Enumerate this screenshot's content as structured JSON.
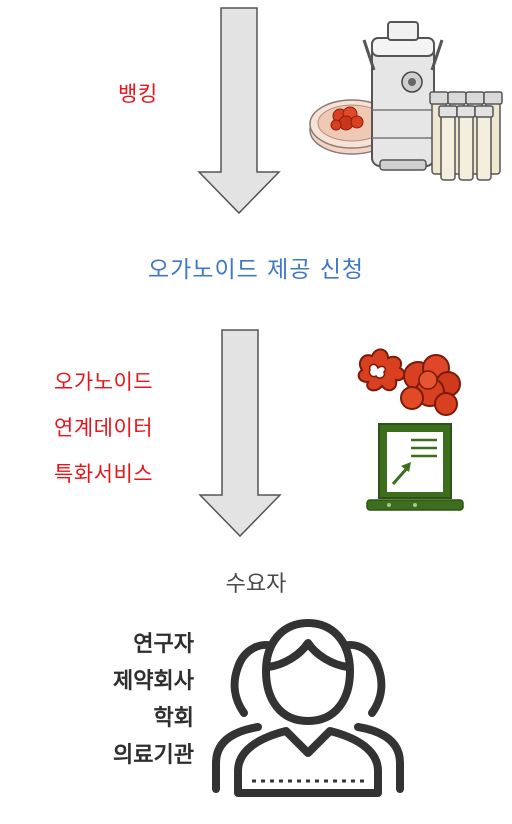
{
  "steps": {
    "banking": "뱅킹",
    "request": "오가노이드  제공 신청",
    "service_lines": [
      "오가노이드",
      "연계데이터",
      "특화서비스"
    ]
  },
  "consumer": {
    "title": "수요자",
    "types": [
      "연구자",
      "제약회사",
      "학회",
      "의료기관"
    ]
  },
  "colors": {
    "highlight_red": "#e8141b",
    "request_blue": "#3f78c4",
    "arrow_fill": "#e3e3e3",
    "arrow_stroke": "#555555",
    "organoid_red": "#d9401f",
    "computer_green": "#3c6e1e",
    "person_outline": "#333333"
  },
  "icons": [
    "cryogenic-storage-icon",
    "petri-dish-icon",
    "sample-vials-icon",
    "organoid-icon",
    "laptop-data-icon",
    "people-group-icon"
  ]
}
